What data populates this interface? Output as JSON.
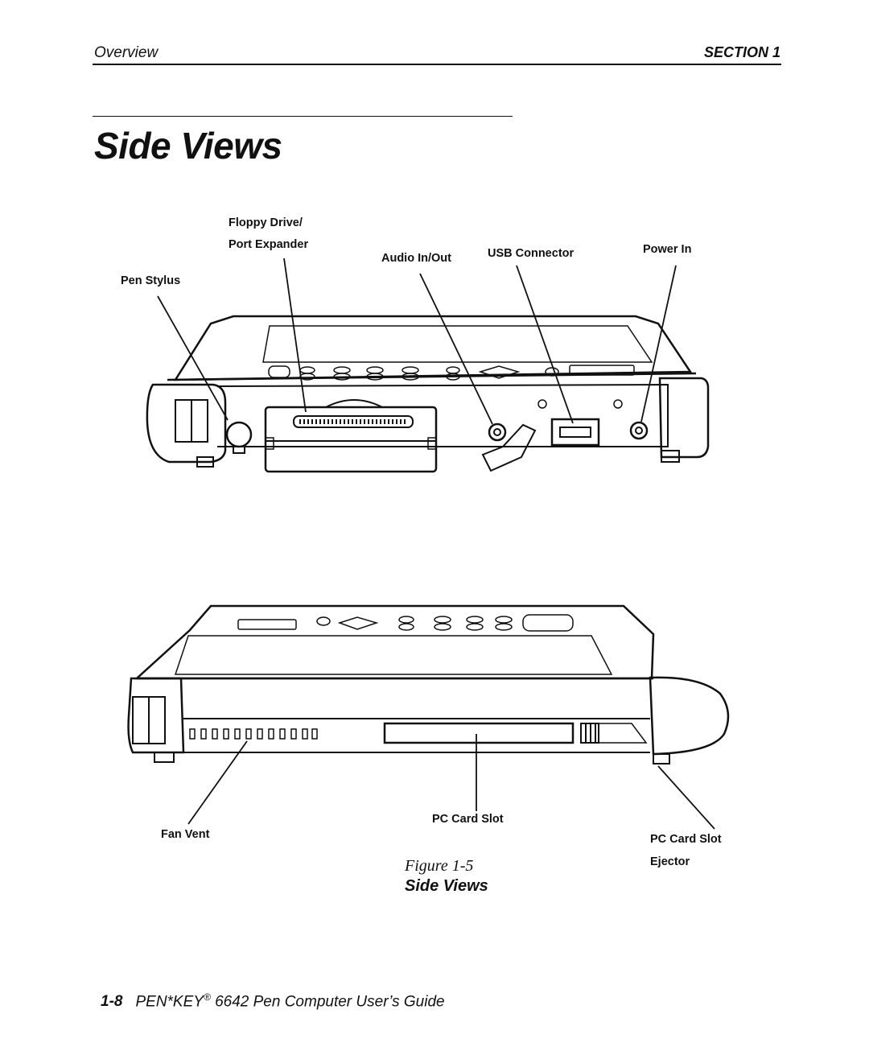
{
  "header": {
    "section_name": "Overview",
    "section_number": "SECTION 1"
  },
  "page_title": "Side Views",
  "figure": {
    "labels_top": {
      "floppy_line1": "Floppy Drive/",
      "floppy_line2": "Port Expander",
      "audio": "Audio In/Out",
      "usb": "USB Connector",
      "power": "Power In",
      "pen": "Pen Stylus"
    },
    "labels_bottom": {
      "fan_vent": "Fan Vent",
      "pc_card_slot": "PC Card Slot",
      "ejector_line1": "PC Card Slot",
      "ejector_line2": "Ejector"
    },
    "number": "Figure 1-5",
    "caption": "Side Views"
  },
  "footer": {
    "page_number": "1-8",
    "product": "PEN*KEY",
    "registered": "®",
    "guide_title": "6642 Pen Computer User’s Guide"
  }
}
